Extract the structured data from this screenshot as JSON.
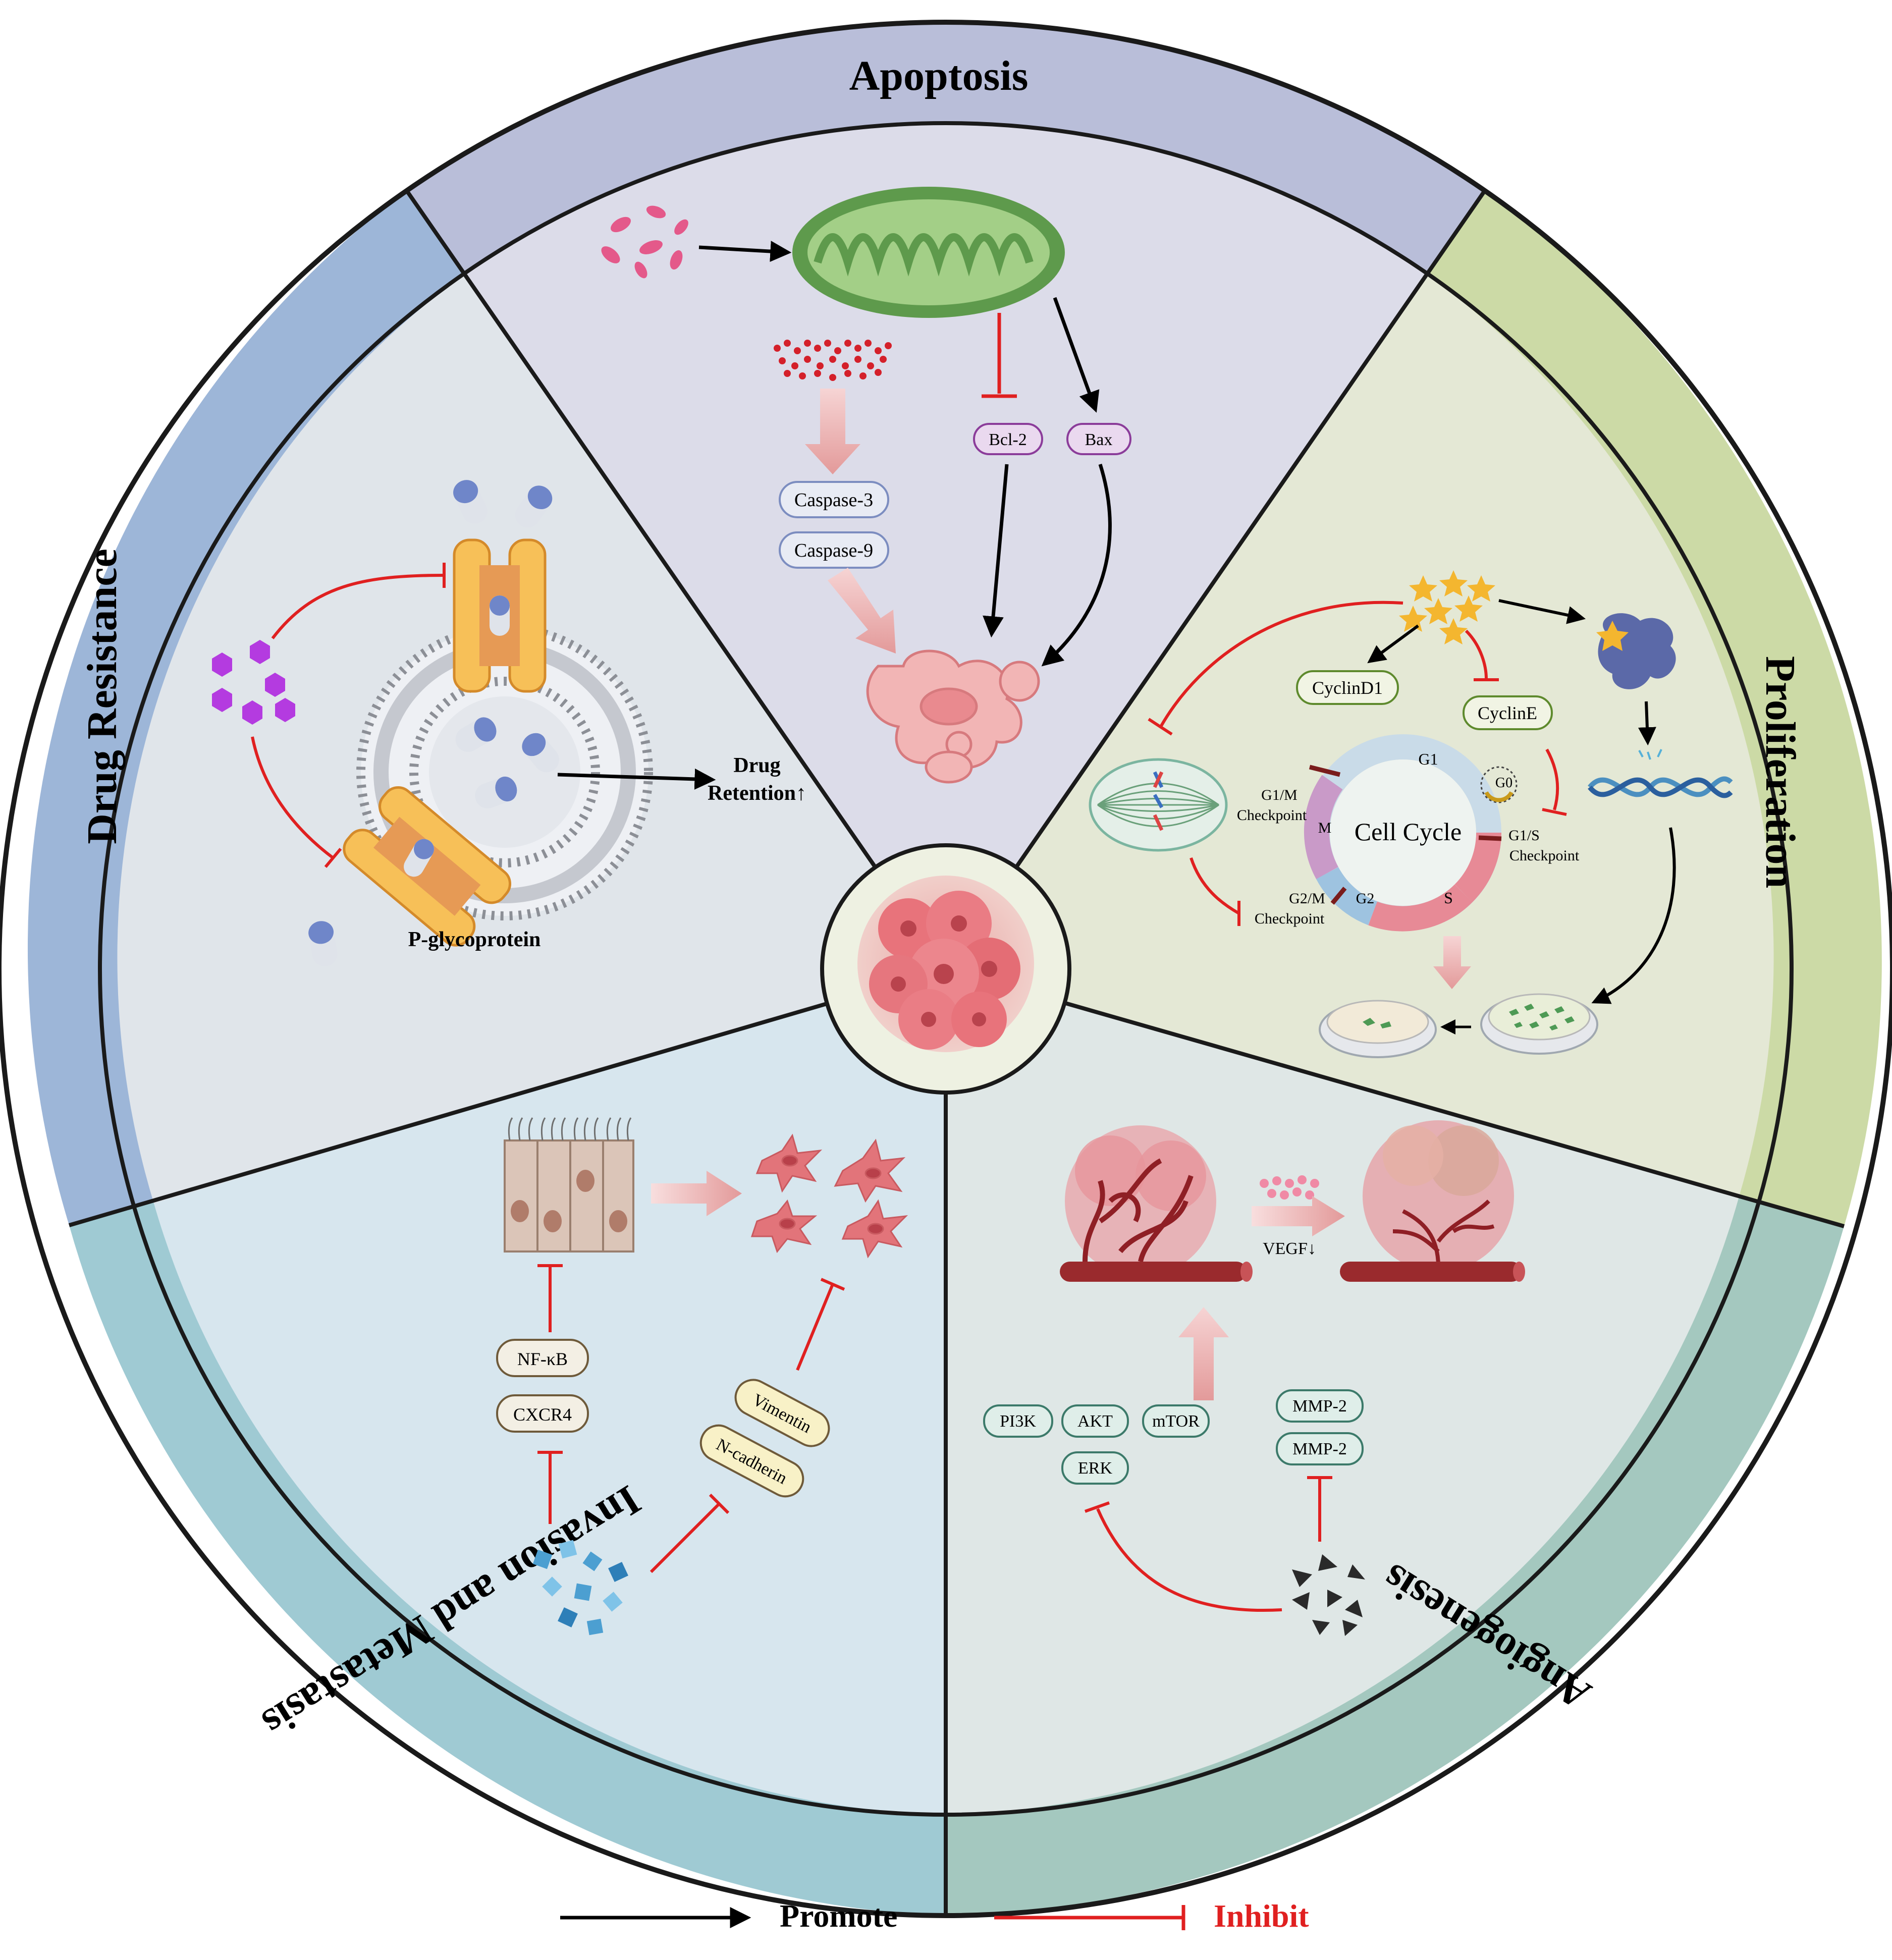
{
  "sections": {
    "apoptosis": {
      "title": "Apoptosis",
      "labels": {
        "caspase3": "Caspase-3",
        "caspase9": "Caspase-9",
        "bcl2": "Bcl-2",
        "bax": "Bax"
      }
    },
    "proliferation": {
      "title": "Proliferation",
      "labels": {
        "cyclind1": "CyclinD1",
        "cycline": "CyclinE",
        "cell_cycle": "Cell Cycle",
        "g1": "G1",
        "g0": "G0",
        "s": "S",
        "g2": "G2",
        "m": "M",
        "g1m_line1": "G1/M",
        "g1m_line2": "Checkpoint",
        "g1s_line1": "G1/S",
        "g1s_line2": "Checkpoint",
        "g2m_line1": "G2/M",
        "g2m_line2": "Checkpoint"
      }
    },
    "angiogenesis": {
      "title": "Angiogenesis",
      "labels": {
        "vegf": "VEGF↓",
        "pi3k": "PI3K",
        "akt": "AKT",
        "mtor": "mTOR",
        "erk": "ERK",
        "mmp_a": "MMP-2",
        "mmp_b": "MMP-2"
      }
    },
    "invasion": {
      "title": "Invasion and Metastasis",
      "labels": {
        "nfkb": "NF-κB",
        "cxcr4": "CXCR4",
        "vimentin": "Vimentin",
        "ncadherin": "N-cadherin"
      }
    },
    "drug_resistance": {
      "title": "Drug Resistance",
      "labels": {
        "pgp": "P-glycoprotein",
        "retention_line1": "Drug",
        "retention_line2": "Retention↑"
      }
    }
  },
  "legend": {
    "promote": "Promote",
    "inhibit": "Inhibit"
  },
  "colors": {
    "apoptosis_ring": "#b9bed9",
    "apoptosis_bg": "#dcdce9",
    "proliferation_ring": "#ccdaa6",
    "proliferation_bg": "#e4e8d5",
    "angiogenesis_ring": "#a4c8bf",
    "angiogenesis_bg": "#dfe7e6",
    "invasion_ring": "#9fcad3",
    "invasion_bg": "#d7e6ee",
    "drug_ring": "#9db6d8",
    "drug_bg": "#e0e5ea",
    "promote": "#000000",
    "inhibit": "#e02020",
    "mitochondria": "#5e9a4c",
    "tumor": "#ee8a8f"
  }
}
